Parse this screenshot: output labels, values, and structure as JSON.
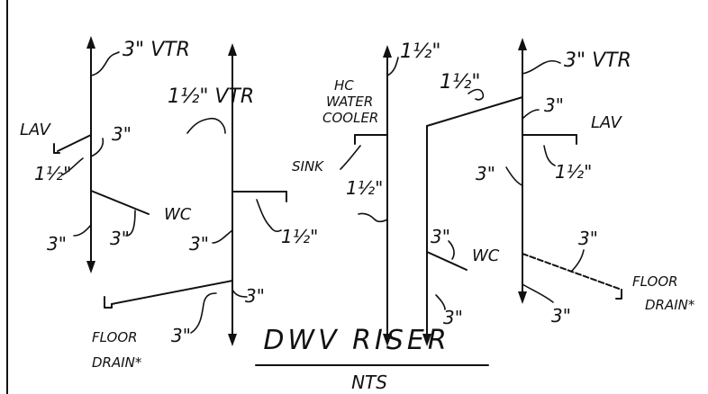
{
  "title": "DWV RISER",
  "subtitle": "NTS",
  "riser1": {
    "top": "3\" VTR",
    "fixture_lav": "LAV",
    "lav_size": "1½\"",
    "branch_size": "3\"",
    "lower_size": "3\"",
    "wc": "WC",
    "wc_size": "3\"",
    "bottom_size": "3\""
  },
  "riser2": {
    "top": "1½\" VTR",
    "branch_size": "1½\"",
    "lower_size": "3\"",
    "bottom_size": "3\"",
    "drain_size": "3\"",
    "floor_drain_1": "FLOOR",
    "floor_drain_2": "DRAIN*"
  },
  "riser3": {
    "top": "1½\"",
    "cooler_1": "HC",
    "cooler_2": "WATER",
    "cooler_3": "COOLER",
    "sink": "SINK",
    "size": "1½\""
  },
  "riser4": {
    "top": "1½\"",
    "bottom_size": "3\"",
    "wc_size": "3\"",
    "wc": "WC"
  },
  "riser5": {
    "top": "3\" VTR",
    "branch_size": "3\"",
    "fixture_lav": "LAV",
    "lower_size": "3\"",
    "lav_size": "1½\"",
    "bottom_size": "3\"",
    "drain_size": "3\"",
    "floor_drain_1": "FLOOR",
    "floor_drain_2": "DRAIN*"
  }
}
